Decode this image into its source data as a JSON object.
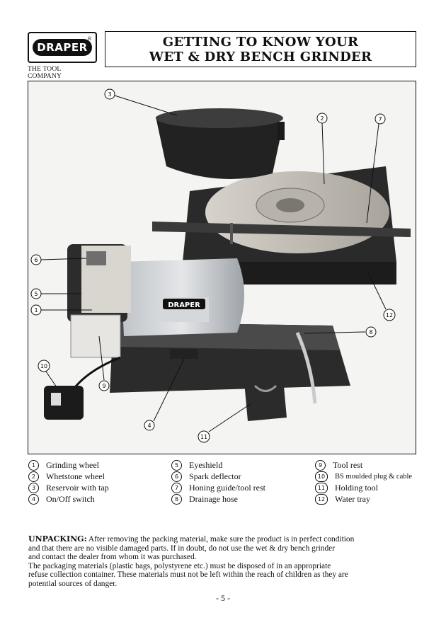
{
  "header": {
    "logo_text": "DRAPER",
    "logo_reg": "®",
    "company": "THE TOOL COMPANY",
    "title_line1": "GETTING TO KNOW YOUR",
    "title_line2": "WET & DRY BENCH GRINDER"
  },
  "photo": {
    "brand_plate": "DRAPER",
    "callouts": [
      "1",
      "2",
      "3",
      "4",
      "5",
      "6",
      "7",
      "8",
      "9",
      "10",
      "11",
      "12"
    ]
  },
  "legend": [
    {
      "num": "1",
      "label": "Grinding wheel"
    },
    {
      "num": "2",
      "label": "Whetstone wheel"
    },
    {
      "num": "3",
      "label": "Reservoir with tap"
    },
    {
      "num": "4",
      "label": "On/Off switch"
    },
    {
      "num": "5",
      "label": "Eyeshield"
    },
    {
      "num": "6",
      "label": "Spark deflector"
    },
    {
      "num": "7",
      "label": "Honing guide/tool rest"
    },
    {
      "num": "8",
      "label": "Drainage hose"
    },
    {
      "num": "9",
      "label": "Tool rest"
    },
    {
      "num": "10",
      "label": "BS moulded plug & cable"
    },
    {
      "num": "11",
      "label": "Holding tool"
    },
    {
      "num": "12",
      "label": "Water tray"
    }
  ],
  "unpacking": {
    "heading": "UNPACKING:",
    "line1": "After removing the packing material, make sure the product is in perfect condition",
    "line2": "and that there are no visible damaged parts. If in doubt, do not use the wet & dry bench grinder",
    "line3": "and contact the dealer from whom it was purchased.",
    "line4": "The packaging materials (plastic bags, polystyrene etc.) must be disposed of in an appropriate",
    "line5": "refuse collection container. These materials must not be left within the reach of children as they are",
    "line6": "potential sources of danger."
  },
  "footer": {
    "page": "- 5 -"
  }
}
